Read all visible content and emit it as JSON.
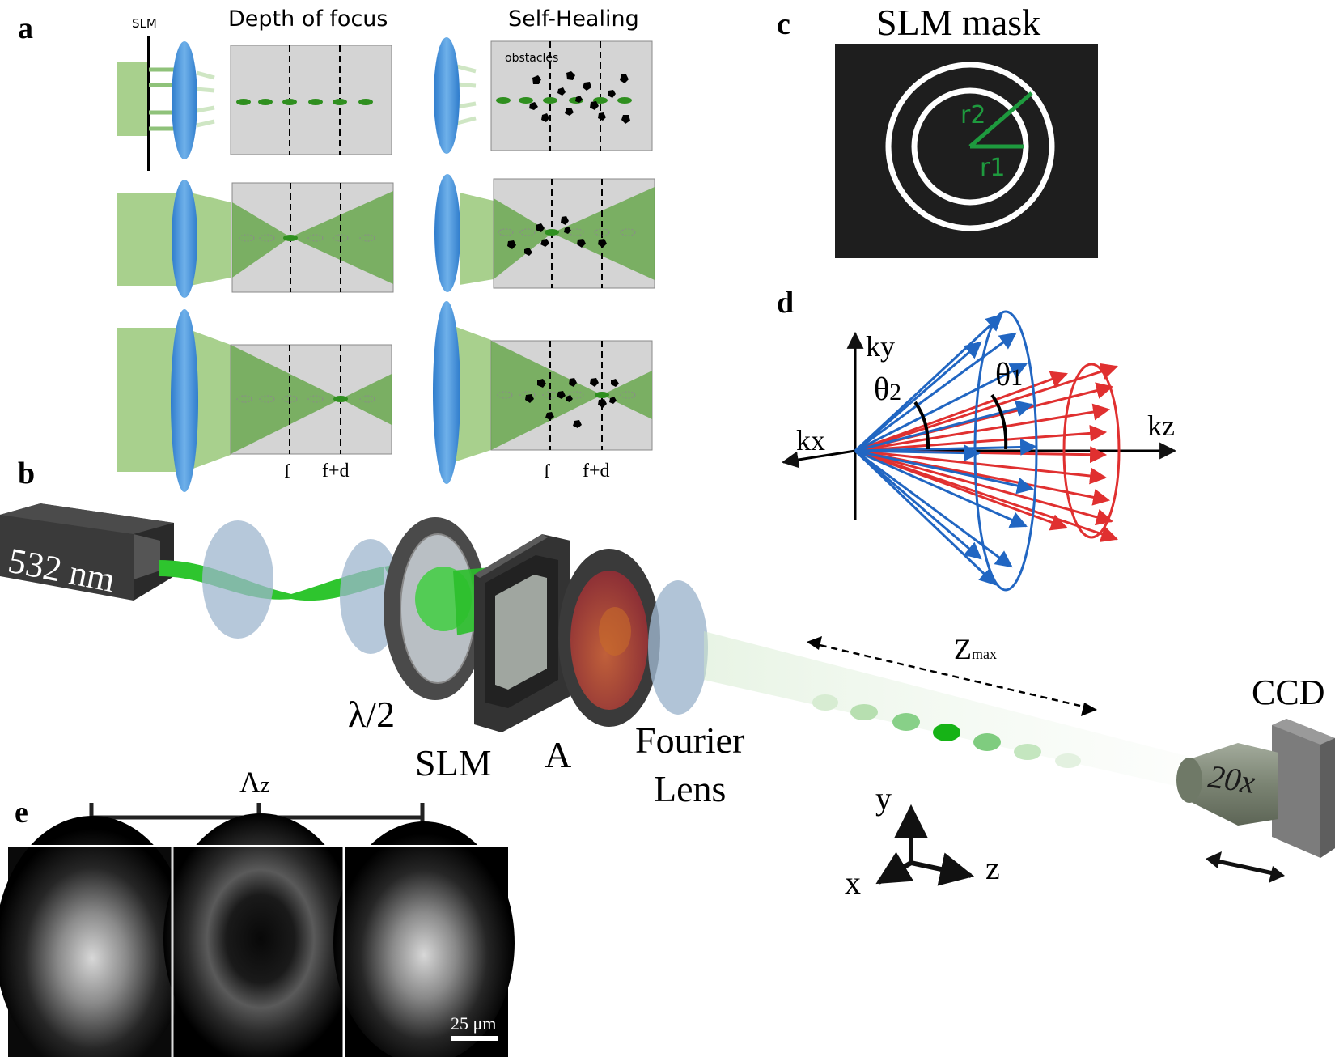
{
  "panel_labels": {
    "a": "a",
    "b": "b",
    "c": "c",
    "d": "d",
    "e": "e"
  },
  "panel_a": {
    "slm_label": "SLM",
    "title_depth": "Depth of focus",
    "title_healing": "Self-Healing",
    "obstacles_label": "obstacles",
    "f_label": "f",
    "fd_label": "f+d"
  },
  "panel_b": {
    "laser_label": "532 nm",
    "halfwave_label": "λ/2",
    "slm_label": "SLM",
    "aperture_label": "A",
    "lens_label_1": "Fourier",
    "lens_label_2": "Lens",
    "zmax_label": "Z",
    "zmax_sub": "max",
    "ccd_label": "CCD",
    "objective_label": "20x",
    "axis_x": "x",
    "axis_y": "y",
    "axis_z": "z"
  },
  "panel_c": {
    "title": "SLM mask",
    "r1": "r1",
    "r2": "r2"
  },
  "panel_d": {
    "kx": "kx",
    "ky": "ky",
    "kz": "kz",
    "theta1": "θ",
    "theta1_sub": "1",
    "theta2": "θ",
    "theta2_sub": "2"
  },
  "panel_e": {
    "lambda_label": "Λ",
    "lambda_sub": "z",
    "scalebar": "25 μm"
  },
  "colors": {
    "green": "#6ab04c",
    "lens_blue": "#3f8fd4",
    "ray_blue": "#2166c2",
    "ray_red": "#e03030",
    "obstacle": "#000000",
    "panel_gray": "#d4d4d4"
  }
}
